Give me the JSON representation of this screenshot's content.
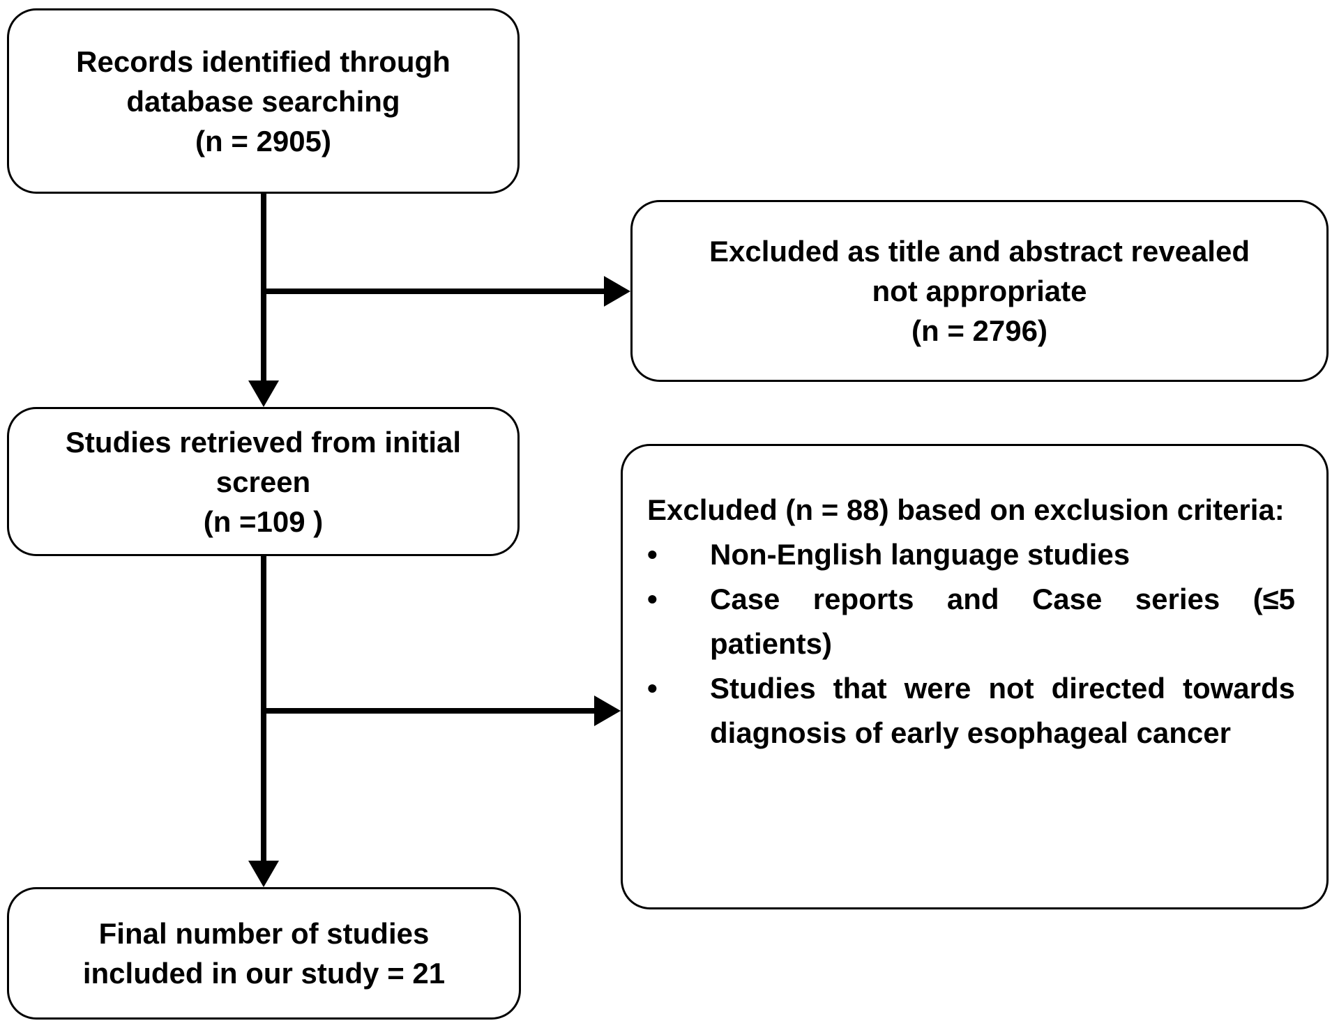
{
  "colors": {
    "box_border": "#000000",
    "box_fill": "#ffffff",
    "text": "#000000",
    "arrow": "#000000"
  },
  "boxes": {
    "records": {
      "lines": [
        "Records identified through",
        "database searching",
        "(n = 2905)"
      ]
    },
    "excluded_screening": {
      "lines": [
        "Excluded as title and abstract revealed",
        "not appropriate",
        "(n = 2796)"
      ]
    },
    "retrieved": {
      "lines": [
        "Studies retrieved from initial",
        "screen",
        "(n =109 )"
      ]
    },
    "excluded_criteria": {
      "intro": "Excluded (n = 88) based on exclusion criteria:",
      "bullet_marker": "•",
      "bullets": [
        "Non-English language studies",
        "Case reports and Case series (≤5 patients)",
        "Studies that were not directed towards diagnosis of early esophageal cancer"
      ]
    },
    "final": {
      "lines": [
        "Final number of studies",
        "included in our study = 21"
      ]
    }
  }
}
